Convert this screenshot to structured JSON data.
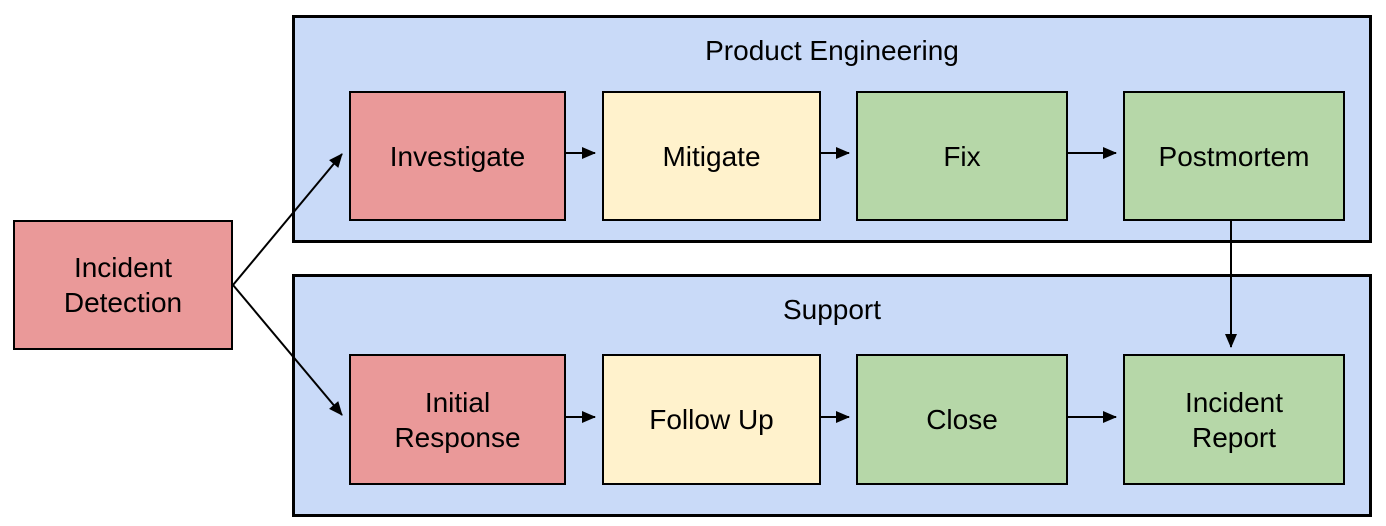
{
  "diagram": {
    "type": "flowchart",
    "colors": {
      "lane_fill": "#c9daf8",
      "node_red": "#ea9999",
      "node_yellow": "#fff2cc",
      "node_green": "#b6d7a8",
      "stroke": "#000000",
      "background": "#ffffff"
    },
    "start": {
      "label": "Incident Detection",
      "color": "red"
    },
    "lanes": [
      {
        "title": "Product Engineering",
        "steps": [
          {
            "label": "Investigate",
            "color": "red"
          },
          {
            "label": "Mitigate",
            "color": "yellow"
          },
          {
            "label": "Fix",
            "color": "green"
          },
          {
            "label": "Postmortem",
            "color": "green"
          }
        ]
      },
      {
        "title": "Support",
        "steps": [
          {
            "label": "Initial Response",
            "color": "red"
          },
          {
            "label": "Follow Up",
            "color": "yellow"
          },
          {
            "label": "Close",
            "color": "green"
          },
          {
            "label": "Incident Report",
            "color": "green"
          }
        ]
      }
    ],
    "connections": [
      {
        "from": "Incident Detection",
        "to": "Investigate"
      },
      {
        "from": "Incident Detection",
        "to": "Initial Response"
      },
      {
        "from": "Investigate",
        "to": "Mitigate"
      },
      {
        "from": "Mitigate",
        "to": "Fix"
      },
      {
        "from": "Fix",
        "to": "Postmortem"
      },
      {
        "from": "Postmortem",
        "to": "Incident Report"
      },
      {
        "from": "Initial Response",
        "to": "Follow Up"
      },
      {
        "from": "Follow Up",
        "to": "Close"
      },
      {
        "from": "Close",
        "to": "Incident Report"
      }
    ]
  }
}
